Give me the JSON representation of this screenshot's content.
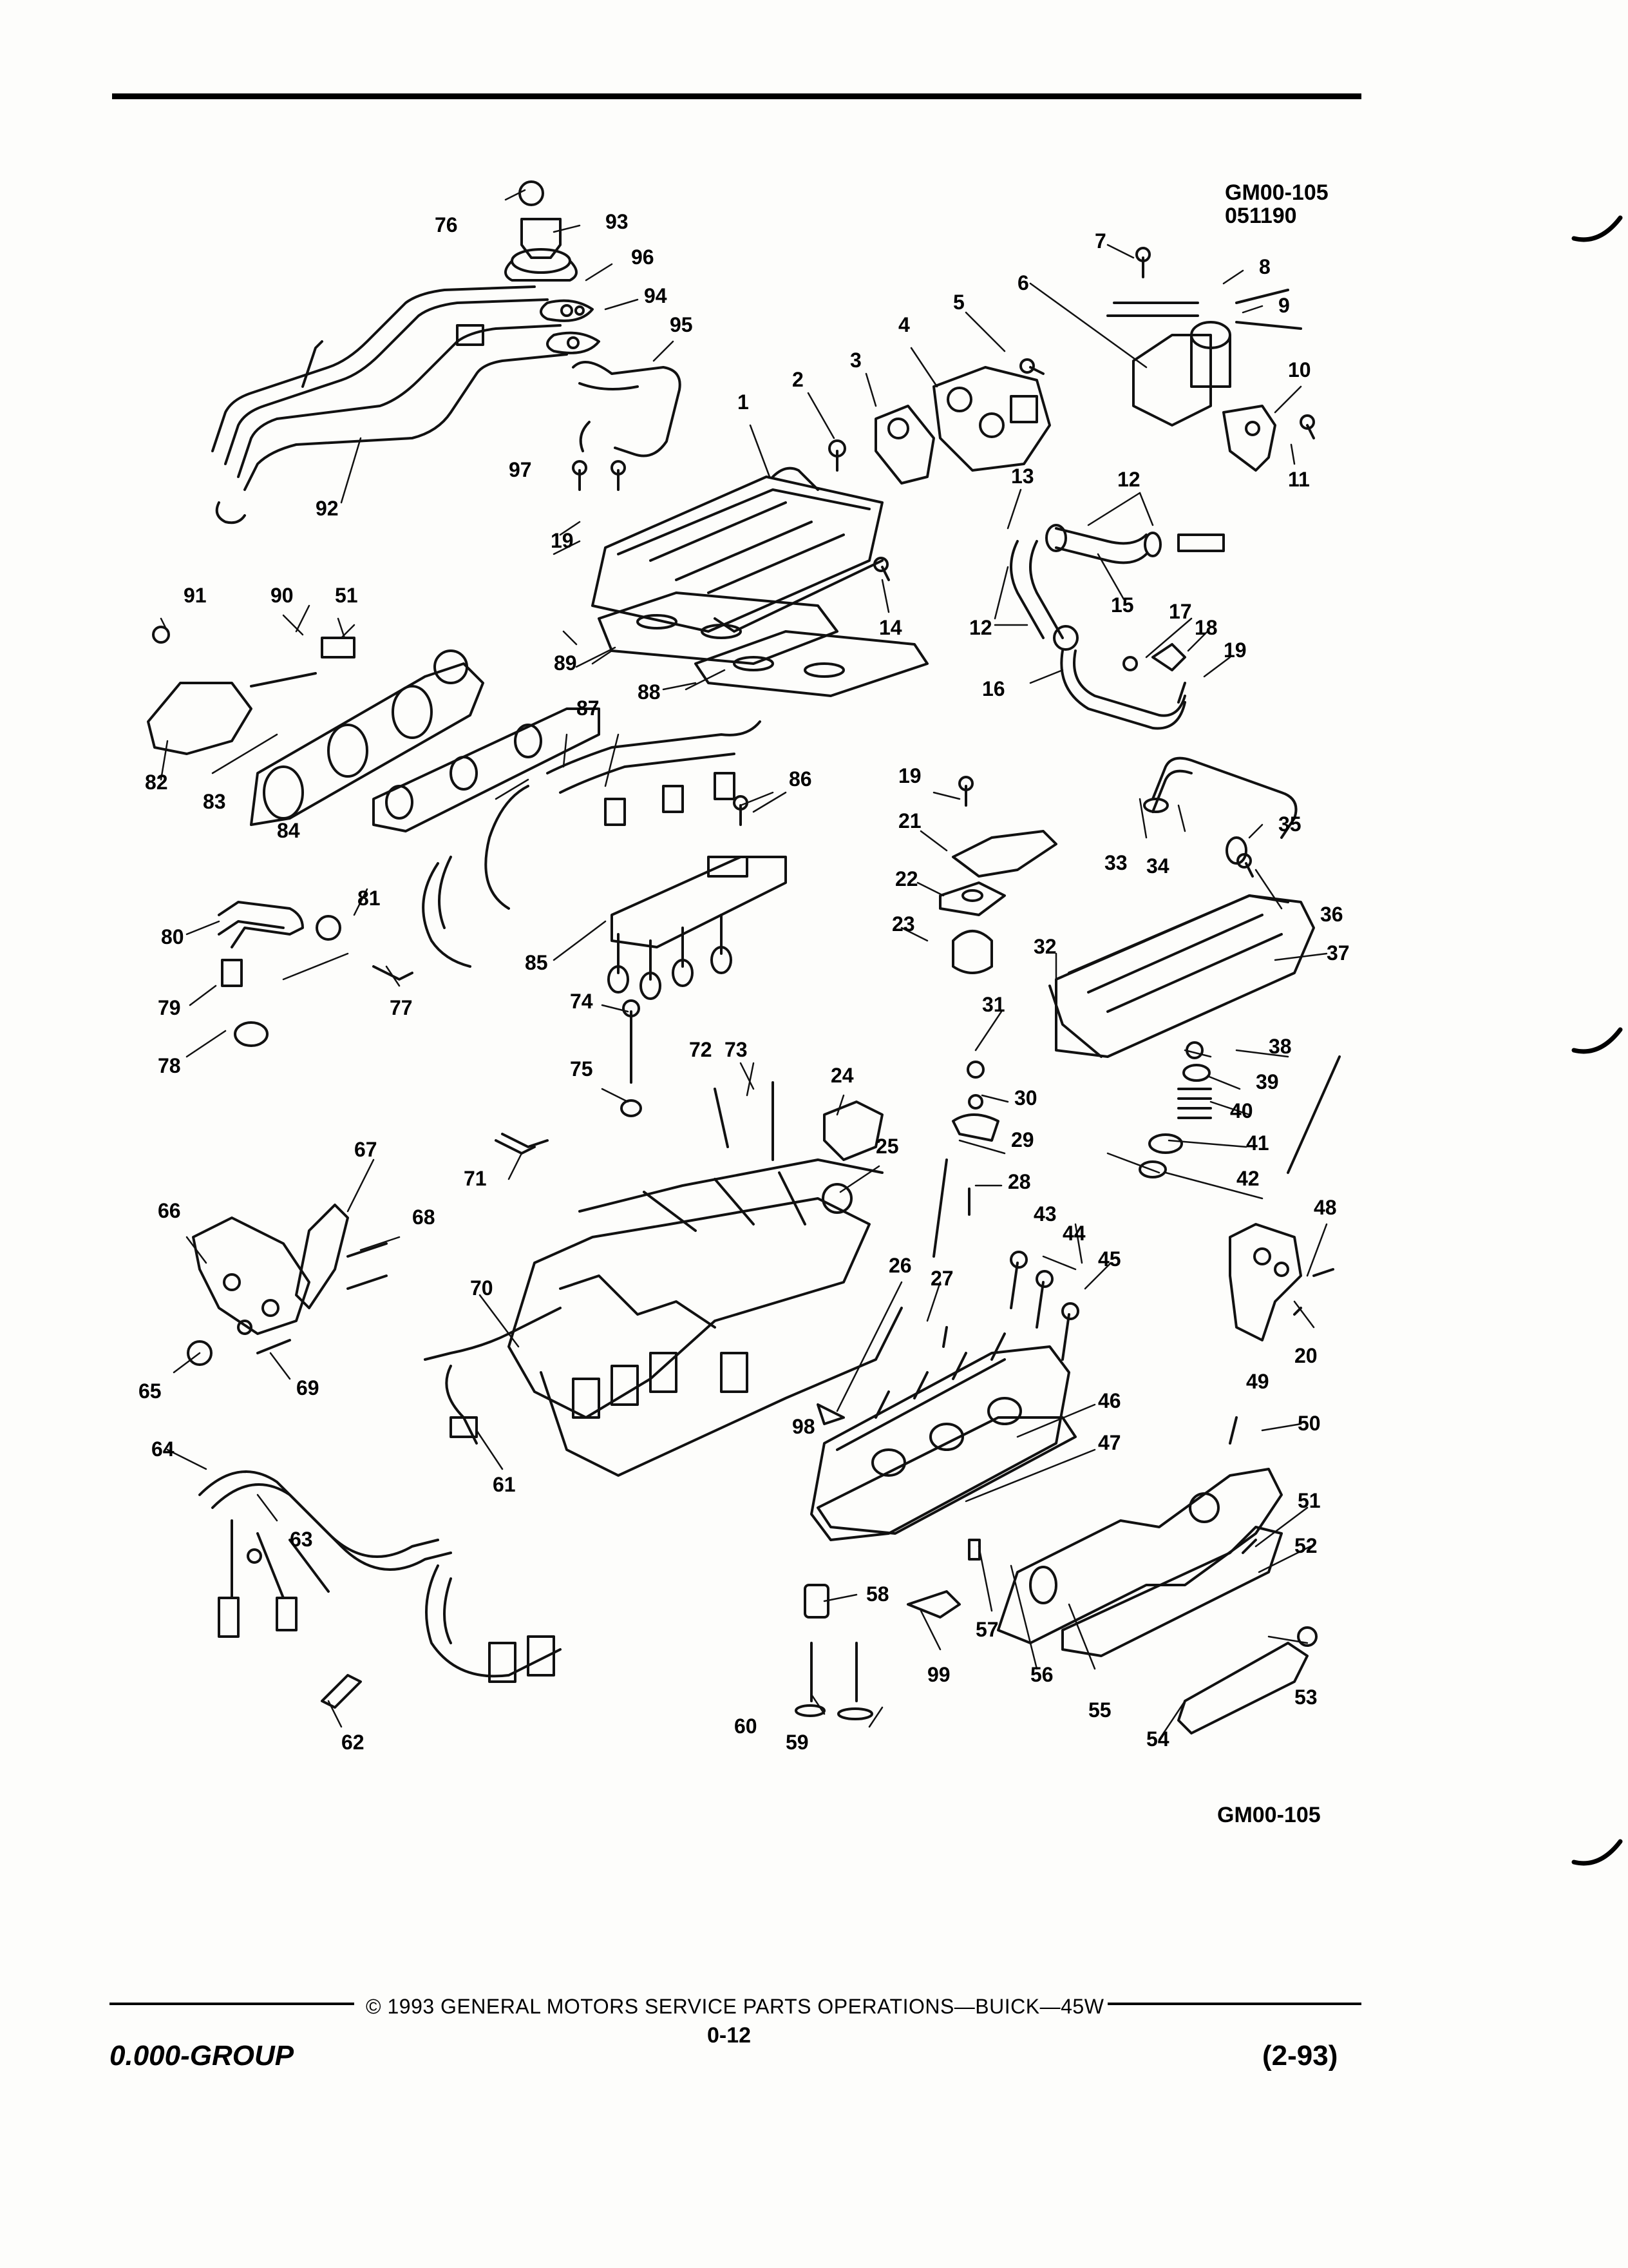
{
  "document": {
    "ref_top_line1": "GM00-105",
    "ref_top_line2": "051190",
    "ref_bottom": "GM00-105"
  },
  "footer": {
    "group": "0.000-GROUP",
    "copyright": "© 1993 GENERAL MOTORS SERVICE PARTS OPERATIONS—BUICK—45W",
    "page": "0-12",
    "date": "(2-93)"
  },
  "callouts": [
    {
      "n": "1"
    },
    {
      "n": "2"
    },
    {
      "n": "3"
    },
    {
      "n": "4"
    },
    {
      "n": "5"
    },
    {
      "n": "6"
    },
    {
      "n": "7"
    },
    {
      "n": "8"
    },
    {
      "n": "9"
    },
    {
      "n": "10"
    },
    {
      "n": "11"
    },
    {
      "n": "12"
    },
    {
      "n": "12"
    },
    {
      "n": "13"
    },
    {
      "n": "14"
    },
    {
      "n": "15"
    },
    {
      "n": "16"
    },
    {
      "n": "17"
    },
    {
      "n": "18"
    },
    {
      "n": "19"
    },
    {
      "n": "19"
    },
    {
      "n": "19"
    },
    {
      "n": "20"
    },
    {
      "n": "21"
    },
    {
      "n": "22"
    },
    {
      "n": "23"
    },
    {
      "n": "24"
    },
    {
      "n": "25"
    },
    {
      "n": "26"
    },
    {
      "n": "27"
    },
    {
      "n": "28"
    },
    {
      "n": "29"
    },
    {
      "n": "30"
    },
    {
      "n": "31"
    },
    {
      "n": "32"
    },
    {
      "n": "33"
    },
    {
      "n": "34"
    },
    {
      "n": "35"
    },
    {
      "n": "36"
    },
    {
      "n": "37"
    },
    {
      "n": "38"
    },
    {
      "n": "39"
    },
    {
      "n": "40"
    },
    {
      "n": "41"
    },
    {
      "n": "42"
    },
    {
      "n": "43"
    },
    {
      "n": "44"
    },
    {
      "n": "45"
    },
    {
      "n": "46"
    },
    {
      "n": "47"
    },
    {
      "n": "48"
    },
    {
      "n": "49"
    },
    {
      "n": "50"
    },
    {
      "n": "51"
    },
    {
      "n": "51"
    },
    {
      "n": "52"
    },
    {
      "n": "53"
    },
    {
      "n": "54"
    },
    {
      "n": "55"
    },
    {
      "n": "56"
    },
    {
      "n": "57"
    },
    {
      "n": "58"
    },
    {
      "n": "59"
    },
    {
      "n": "60"
    },
    {
      "n": "61"
    },
    {
      "n": "62"
    },
    {
      "n": "63"
    },
    {
      "n": "64"
    },
    {
      "n": "65"
    },
    {
      "n": "66"
    },
    {
      "n": "67"
    },
    {
      "n": "68"
    },
    {
      "n": "69"
    },
    {
      "n": "70"
    },
    {
      "n": "71"
    },
    {
      "n": "72"
    },
    {
      "n": "73"
    },
    {
      "n": "74"
    },
    {
      "n": "75"
    },
    {
      "n": "76"
    },
    {
      "n": "77"
    },
    {
      "n": "78"
    },
    {
      "n": "79"
    },
    {
      "n": "80"
    },
    {
      "n": "81"
    },
    {
      "n": "82"
    },
    {
      "n": "83"
    },
    {
      "n": "84"
    },
    {
      "n": "85"
    },
    {
      "n": "86"
    },
    {
      "n": "87"
    },
    {
      "n": "88"
    },
    {
      "n": "89"
    },
    {
      "n": "90"
    },
    {
      "n": "91"
    },
    {
      "n": "92"
    },
    {
      "n": "93"
    },
    {
      "n": "94"
    },
    {
      "n": "95"
    },
    {
      "n": "96"
    },
    {
      "n": "97"
    },
    {
      "n": "98"
    },
    {
      "n": "99"
    }
  ]
}
